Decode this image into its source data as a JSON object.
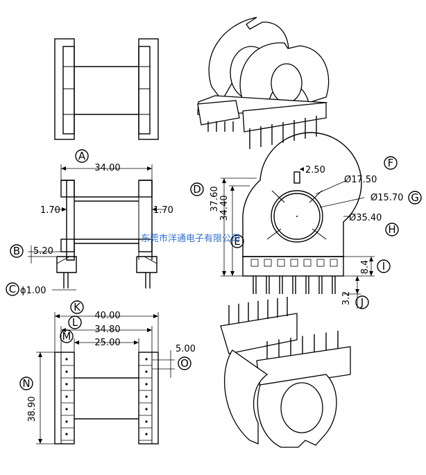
{
  "dimensions": {
    "A_width": "34.00",
    "gap_left": "1.70",
    "gap_right": "1.70",
    "B_flange": "5.20",
    "C_pin": "ϕ1.00",
    "slot_width": "2.50",
    "F_inner": "Ø17.50",
    "G_core": "Ø15.70",
    "H_outer": "Ø35.40",
    "D_height": "37.60",
    "E_height": "34.40",
    "I_base": "8.4",
    "J_pin_len": "3.2",
    "K_width": "40.00",
    "L_width": "34.80",
    "M_width": "25.00",
    "O_pitch": "5.00",
    "N_height": "38.90"
  },
  "markers": {
    "A": "A",
    "B": "B",
    "C": "C",
    "D": "D",
    "E": "E",
    "F": "F",
    "G": "G",
    "H": "H",
    "I": "I",
    "J": "J",
    "K": "K",
    "L": "L",
    "M": "M",
    "N": "N",
    "O": "O"
  },
  "watermark": "东莞市洋通电子有限公司"
}
